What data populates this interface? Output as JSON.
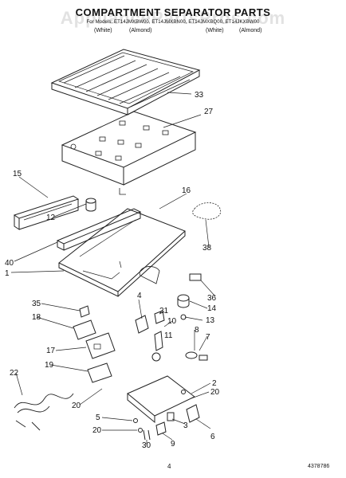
{
  "header": {
    "title": "COMPARTMENT SEPARATOR PARTS",
    "subtitle": "For Models: ET14JMXBW00, ET14JMXBN00, ET14JMXBQ00, ET14JKXBW00",
    "variants": [
      "(White)",
      "(Almond)",
      "(White)",
      "(Almond)"
    ],
    "watermark": "AppliancePartsPros.com"
  },
  "footer": {
    "page": "4",
    "doc": "4378786"
  },
  "colors": {
    "line": "#222222",
    "background": "#ffffff"
  },
  "callouts": [
    "33",
    "27",
    "15",
    "16",
    "12",
    "38",
    "40",
    "1",
    "36",
    "35",
    "4",
    "14",
    "21",
    "13",
    "18",
    "10",
    "8",
    "11",
    "17",
    "7",
    "19",
    "22",
    "2",
    "20",
    "20",
    "5",
    "20",
    "30",
    "9",
    "3",
    "6"
  ]
}
